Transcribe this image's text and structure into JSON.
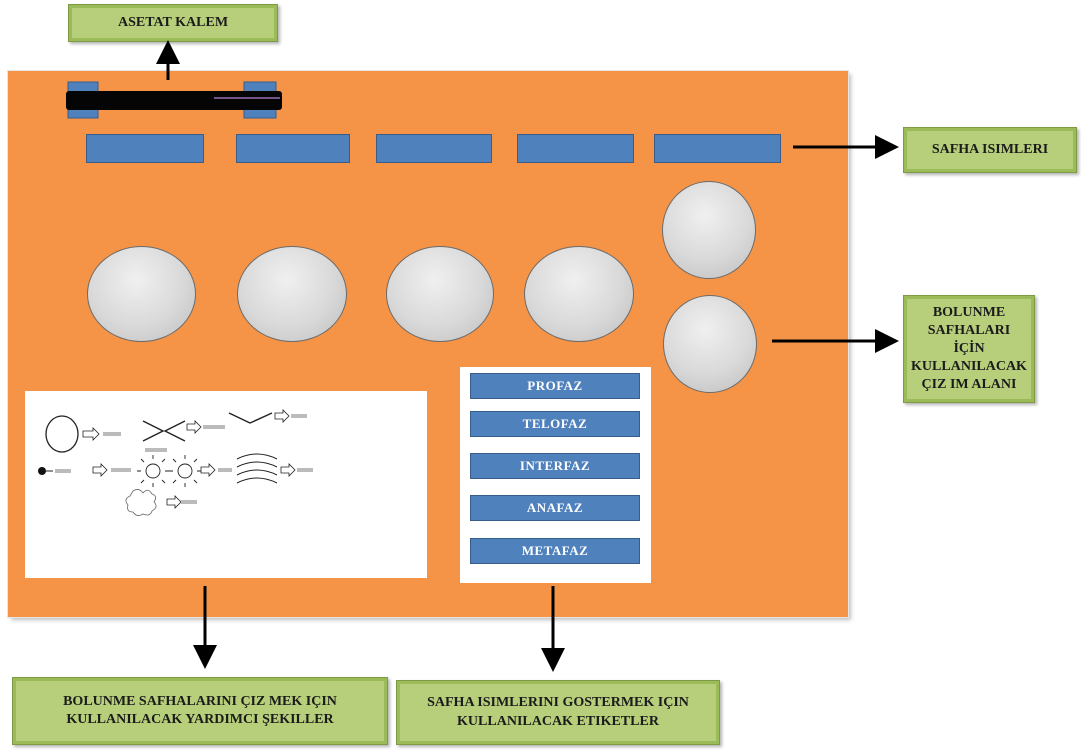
{
  "callouts": {
    "pen": "ASETAT KALEM",
    "phase_names": "SAFHA ISIMLERI",
    "drawing_area": "BOLUNME SAFHALARI İÇİN KULLANILACAK ÇIZ IM ALANI",
    "helper_shapes": "BOLUNME SAFHALARINI ÇIZ MEK IÇIN KULLANILACAK YARDIMCI ŞEKILLER",
    "phase_labels": "SAFHA ISIMLERINI GOSTERMEK IÇIN KULLANILACAK ETIKETLER"
  },
  "phase_labels": [
    "PROFAZ",
    "TELOFAZ",
    "INTERFAZ",
    "ANAFAZ",
    "METAFAZ"
  ],
  "colors": {
    "board": "#f59447",
    "slot_blue": "#4f81bd",
    "callout_green": "#9bbb59"
  }
}
